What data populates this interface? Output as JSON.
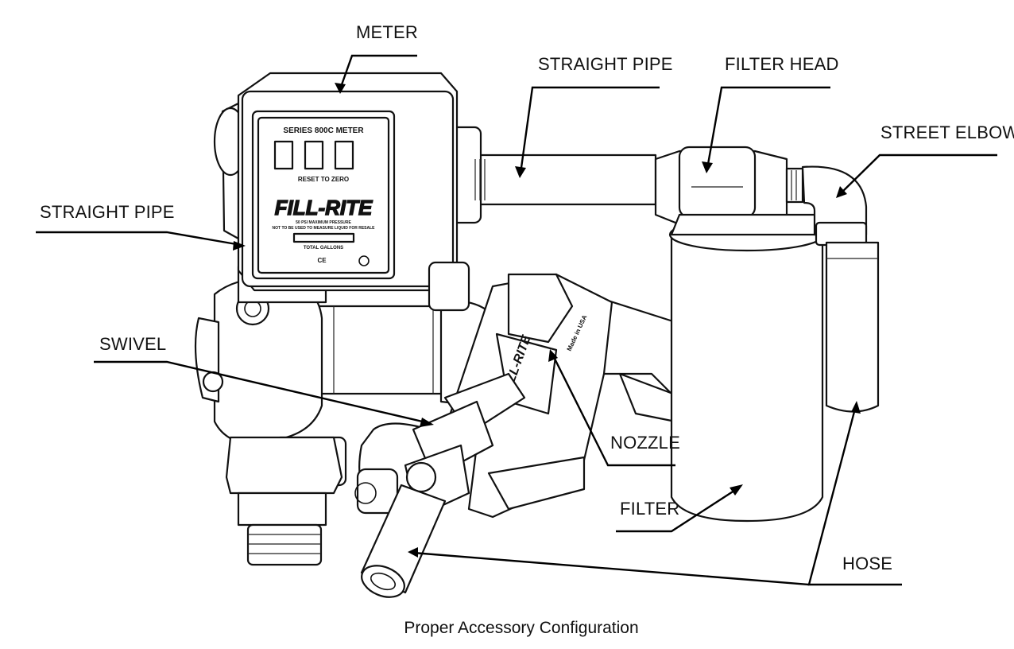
{
  "labels": {
    "meter": "METER",
    "straight_pipe_top": "STRAIGHT PIPE",
    "filter_head": "FILTER HEAD",
    "street_elbow": "STREET ELBOW",
    "straight_pipe_left": "STRAIGHT PIPE",
    "swivel": "SWIVEL",
    "nozzle": "NOZZLE",
    "filter": "FILTER",
    "hose": "HOSE"
  },
  "meter_face": {
    "series": "SERIES 800C METER",
    "reset": "RESET TO ZERO",
    "brand": "FILL-RITE",
    "pressure": "50 PSI MAXIMUM PRESSURE",
    "warning": "NOT TO BE USED TO MEASURE LIQUID FOR RESALE",
    "total": "TOTAL GALLONS",
    "ce_mark": "CE"
  },
  "nozzle_brand": "FILL-RITE",
  "nozzle_made_in": "Made in USA",
  "caption": "Proper Accessory Configuration",
  "colors": {
    "ink": "#111111",
    "paper": "#ffffff"
  }
}
